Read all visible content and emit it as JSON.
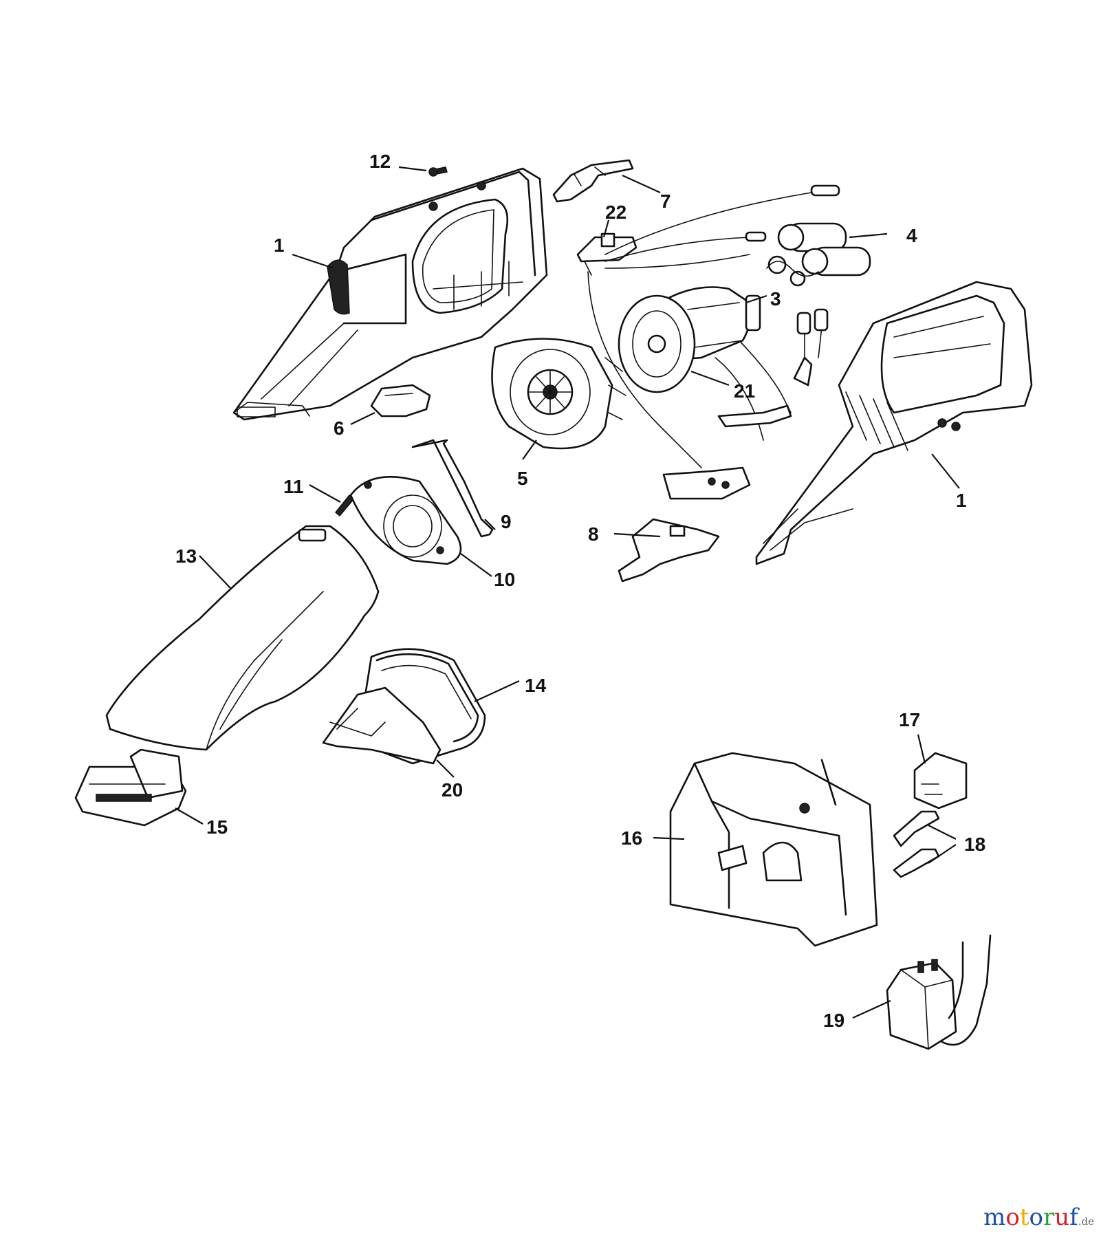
{
  "diagram": {
    "part_numbers": {
      "p1_left": "1",
      "p1_right": "1",
      "p3": "3",
      "p4": "4",
      "p5": "5",
      "p6": "6",
      "p7": "7",
      "p8": "8",
      "p9": "9",
      "p10": "10",
      "p11": "11",
      "p12": "12",
      "p13": "13",
      "p14": "14",
      "p15": "15",
      "p16": "16",
      "p17": "17",
      "p18": "18",
      "p19": "19",
      "p20": "20",
      "p21": "21",
      "p22": "22"
    }
  },
  "watermark": {
    "letters": [
      "m",
      "o",
      "t",
      "o",
      "r",
      "u",
      "f"
    ],
    "letter_colors": [
      "#1f4fa3",
      "#d4202b",
      "#f2a900",
      "#1f4fa3",
      "#2e9e3e",
      "#d4202b",
      "#1f4fa3"
    ],
    "domain": ".de"
  }
}
